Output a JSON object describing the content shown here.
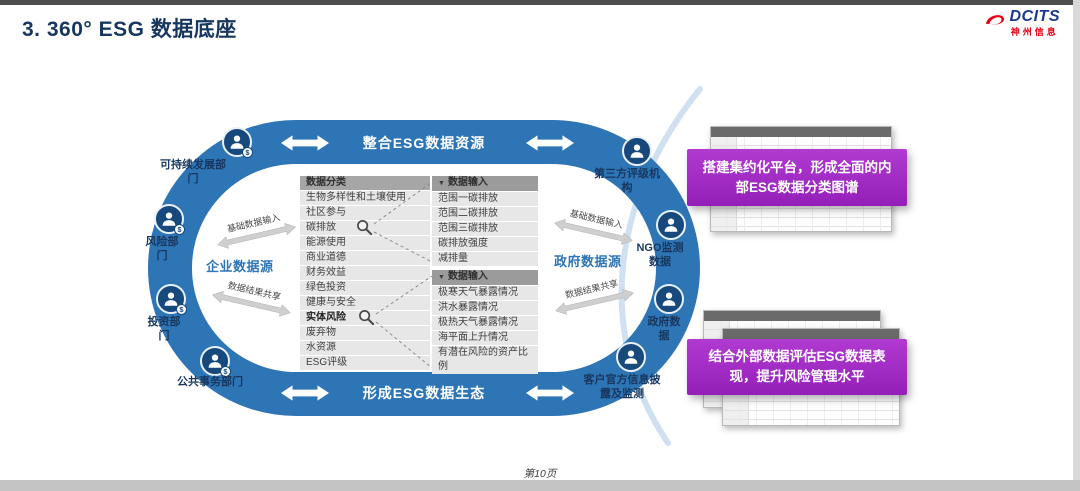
{
  "header": {
    "title": "3. 360° ESG 数据底座"
  },
  "logo": {
    "name": "DCITS",
    "subtitle": "神州信息"
  },
  "diagram": {
    "top_banner": "整合ESG数据资源",
    "bottom_banner": "形成ESG数据生态",
    "left_source": "企业数据源",
    "right_source": "政府数据源",
    "flow_input": "基础数据输入",
    "flow_share": "数据结果共享",
    "left_actors": [
      "可持续发展部门",
      "风险部门",
      "投资部门",
      "公共事务部门"
    ],
    "right_actors": [
      "第三方评级机构",
      "NGO监测数据",
      "政府数据",
      "客户官方信息披露及监测"
    ],
    "classification": {
      "header": "数据分类",
      "rows": [
        "生物多样性和土壤使用",
        "社区参与",
        "碳排放",
        "能源使用",
        "商业道德",
        "财务效益",
        "绿色投资",
        "健康与安全",
        "实体风险",
        "废弃物",
        "水资源",
        "ESG评级"
      ]
    },
    "carbon_inputs": {
      "marker": "▼",
      "header": "数据输入",
      "rows": [
        "范围一碳排放",
        "范围二碳排放",
        "范围三碳排放",
        "碳排放强度",
        "减排量"
      ]
    },
    "risk_inputs": {
      "marker": "▼",
      "header": "数据输入",
      "rows": [
        "极寒天气暴露情况",
        "洪水暴露情况",
        "极热天气暴露情况",
        "海平面上升情况",
        "有潜在风险的资产比例"
      ]
    }
  },
  "callouts": {
    "platform": "搭建集约化平台，形成全面的内部ESG数据分类图谱",
    "external": "结合外部数据评估ESG数据表现，提升风险管理水平"
  },
  "footer": {
    "page": "第10页"
  },
  "colors": {
    "ring_blue": "#2e75b6",
    "accent_purple": "#a12bc4",
    "title_navy": "#17375e",
    "brand_red": "#e60012",
    "brand_blue": "#1a3a8f"
  }
}
